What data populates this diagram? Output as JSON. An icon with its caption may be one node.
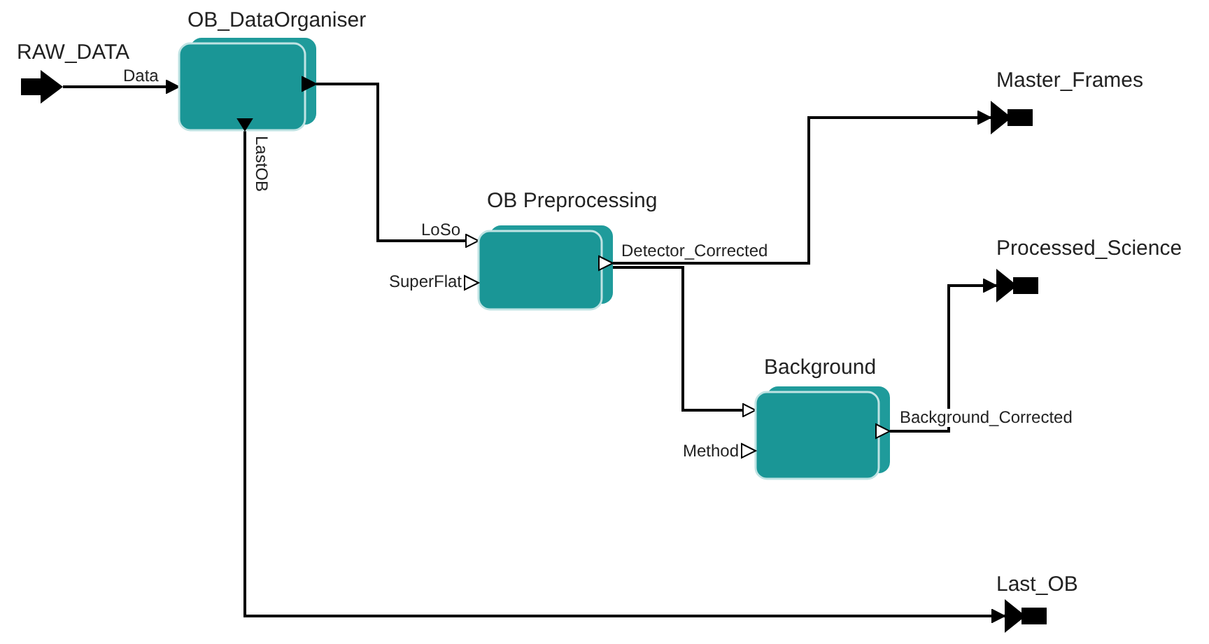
{
  "diagram": {
    "nodes": [
      {
        "text": [
          "RAW_DATA"
        ]
      },
      {
        "text": [
          "OB_DataOrganiser"
        ]
      },
      {
        "text": [
          "OB Preprocessing"
        ]
      },
      {
        "text": [
          "Background"
        ]
      },
      {
        "text": [
          "Master_Frames"
        ]
      },
      {
        "text": [
          "Processed_Science"
        ]
      },
      {
        "text": [
          "Last_OB"
        ]
      }
    ],
    "edges": [
      {
        "from": 0,
        "to": 1,
        "arrow": "to",
        "label": "Data"
      },
      {
        "from": 1,
        "to": 2,
        "arrow": "to",
        "label": "LoSo"
      },
      {
        "from": 1,
        "to": 6,
        "arrow": "to",
        "label": "LastOB"
      },
      {
        "from": 2,
        "to": 4,
        "arrow": "to",
        "label": "Detector_Corrected"
      },
      {
        "from": 2,
        "to": 3,
        "arrow": "to"
      },
      {
        "from": 3,
        "to": 5,
        "arrow": "to",
        "label": "Background_Corrected"
      }
    ],
    "labels": [
      "SuperFlat",
      "Method"
    ]
  }
}
